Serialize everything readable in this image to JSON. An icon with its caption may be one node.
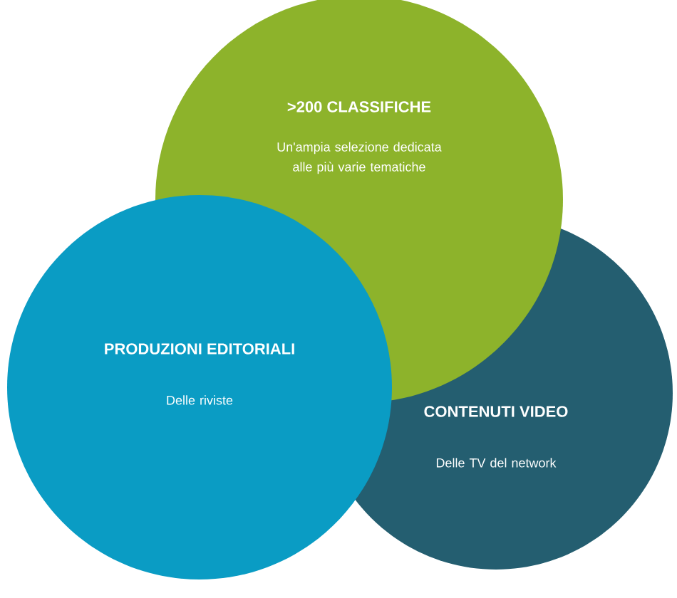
{
  "diagram": {
    "nodes": [
      {
        "text": [
          ">200 CLASSIFICHE",
          "Un'ampia selezione dedicata alle più varie tematiche"
        ]
      },
      {
        "text": [
          "PRODUZIONI EDITORIALI",
          "Delle riviste"
        ]
      },
      {
        "text": [
          "CONTENUTI VIDEO",
          "Delle TV del network"
        ]
      }
    ]
  }
}
